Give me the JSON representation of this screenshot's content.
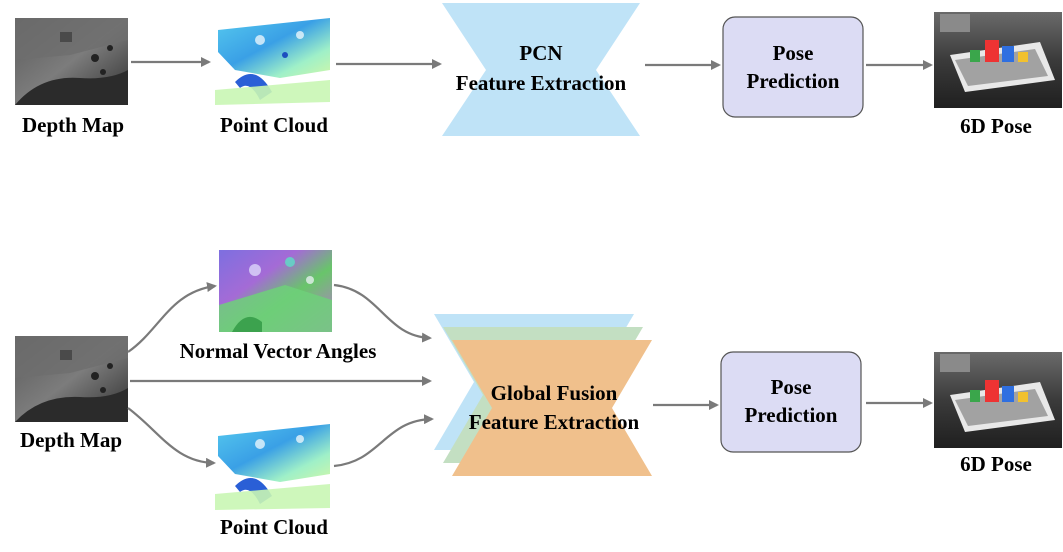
{
  "top_pipeline": {
    "depth_map_label": "Depth Map",
    "point_cloud_label": "Point Cloud",
    "encoder_line1": "PCN",
    "encoder_line2": "Feature Extraction",
    "pose_line1": "Pose",
    "pose_line2": "Prediction",
    "output_label": "6D Pose"
  },
  "bottom_pipeline": {
    "depth_map_label": "Depth Map",
    "normal_label": "Normal Vector Angles",
    "point_cloud_label": "Point Cloud",
    "encoder_line1": "Global Fusion",
    "encoder_line2": "Feature Extraction",
    "pose_line1": "Pose",
    "pose_line2": "Prediction",
    "output_label": "6D Pose"
  },
  "colors": {
    "pcn_encoder": "#bfe3f7",
    "fusion_front": "#f0c08c",
    "fusion_mid": "#c3dfc2",
    "fusion_back": "#bfe3f7",
    "pose_box_fill": "#dcdcf4",
    "pose_box_stroke": "#555555",
    "arrow": "#7a7a7a"
  }
}
